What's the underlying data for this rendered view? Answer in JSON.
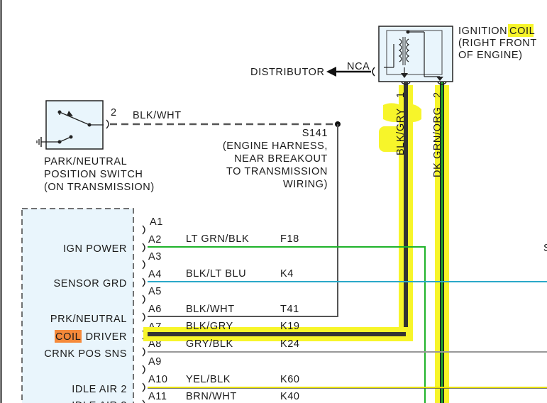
{
  "ignition_coil": {
    "title_prefix": "IGNITION",
    "title_highlight": "COIL",
    "location_line1": "(RIGHT FRONT",
    "location_line2": "OF ENGINE)"
  },
  "distributor": {
    "label": "DISTRIBUTOR",
    "connector": "NCA"
  },
  "coil_pins": {
    "pin1": {
      "number": "1",
      "wire": "BLK/GRY"
    },
    "pin2": {
      "number": "2",
      "wire": "DK GRN/ORG"
    }
  },
  "pn_switch": {
    "pin": "2",
    "wire": "BLK/WHT",
    "line1": "PARK/NEUTRAL",
    "line2": "POSITION SWITCH",
    "line3": "(ON TRANSMISSION)"
  },
  "splice": {
    "id": "S141",
    "line1": "(ENGINE HARNESS,",
    "line2": "NEAR BREAKOUT",
    "line3": "TO TRANSMISSION",
    "line4": "WIRING)"
  },
  "pcm": {
    "pins": [
      {
        "pin": "A1",
        "func": "",
        "wire": "",
        "circuit": ""
      },
      {
        "pin": "A2",
        "func": "IGN POWER",
        "wire": "LT GRN/BLK",
        "circuit": "F18"
      },
      {
        "pin": "A3",
        "func": "",
        "wire": "",
        "circuit": ""
      },
      {
        "pin": "A4",
        "func": "SENSOR GRD",
        "wire": "BLK/LT BLU",
        "circuit": "K4"
      },
      {
        "pin": "A5",
        "func": "",
        "wire": "",
        "circuit": ""
      },
      {
        "pin": "A6",
        "func": "PRK/NEUTRAL",
        "wire": "BLK/WHT",
        "circuit": "T41"
      },
      {
        "pin": "A7",
        "func_highlight": "COIL",
        "func": "DRIVER",
        "wire": "BLK/GRY",
        "circuit": "K19"
      },
      {
        "pin": "A8",
        "func": "CRNK POS SNS",
        "wire": "GRY/BLK",
        "circuit": "K24"
      },
      {
        "pin": "A9",
        "func": "",
        "wire": "",
        "circuit": ""
      },
      {
        "pin": "A10",
        "func": "IDLE AIR 2",
        "wire": "YEL/BLK",
        "circuit": "K60"
      },
      {
        "pin": "A11",
        "func": "",
        "wire": "BRN/WHT",
        "circuit": "K40"
      }
    ]
  },
  "edge_fragment": "S",
  "colors": {
    "highlight_yellow": "#f7f52a",
    "highlight_orange": "#f5893a",
    "wire_blk_gry": "#333333",
    "wire_green": "#1fb32a",
    "wire_blue": "#2aa8c8",
    "wire_gray": "#8a8a8a",
    "module_fill": "#e9f5fc"
  }
}
